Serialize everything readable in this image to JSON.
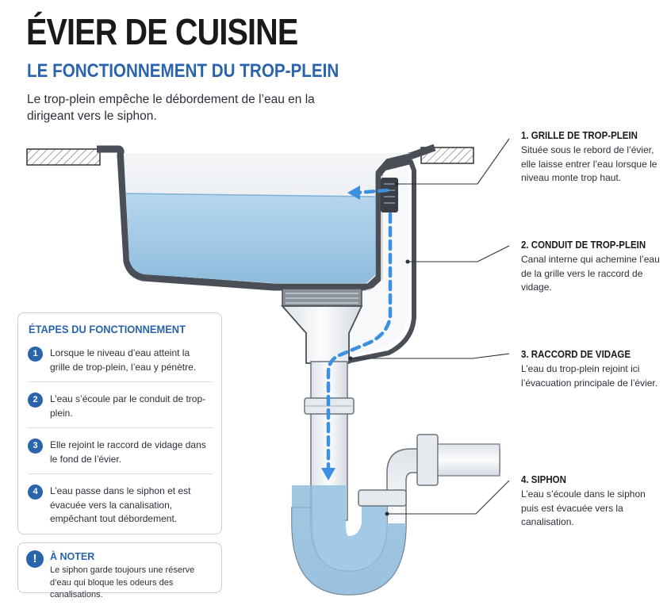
{
  "title": "ÉVIER DE CUISINE",
  "subtitle": "LE FONCTIONNEMENT DU TROP-PLEIN",
  "intro": "Le trop-plein empêche le débordement de l’eau en la dirigeant vers le siphon.",
  "callouts": [
    {
      "title": "1. GRILLE DE TROP-PLEIN",
      "text": "Située sous le rebord de l’évier, elle laisse entrer l’eau lorsque le niveau monte trop haut."
    },
    {
      "title": "2. CONDUIT DE TROP-PLEIN",
      "text": "Canal interne qui achemine l’eau de la grille vers le raccord de vidage."
    },
    {
      "title": "3. RACCORD DE VIDAGE",
      "text": "L’eau du trop-plein rejoint ici l’évacuation principale de l’évier."
    },
    {
      "title": "4. SIPHON",
      "text": "L’eau s’écoule dans le siphon puis est évacuée vers la canalisation."
    }
  ],
  "steps": {
    "title": "ÉTAPES DU FONCTIONNEMENT",
    "items": [
      {
        "num": "1",
        "text": "Lorsque le niveau d’eau atteint la grille de trop-plein, l’eau y pénètre."
      },
      {
        "num": "2",
        "text": "L’eau s’écoule par le conduit de trop-plein."
      },
      {
        "num": "3",
        "text": "Elle rejoint le raccord de vidage dans le fond de l’évier."
      },
      {
        "num": "4",
        "text": "L’eau passe dans le siphon et est évacuée vers la canalisation, empêchant tout débordement."
      }
    ]
  },
  "note": {
    "icon": "!",
    "title": "À NOTER",
    "text": "Le siphon garde toujours une réserve d’eau qui bloque les odeurs des canalisations."
  },
  "colors": {
    "accent": "#2a64ad",
    "water": "#a9cde6",
    "flow_arrow": "#3d8fe0",
    "steel": "#4a4f57"
  },
  "icons": [
    "exclamation-icon",
    "flow-arrow-icon"
  ]
}
